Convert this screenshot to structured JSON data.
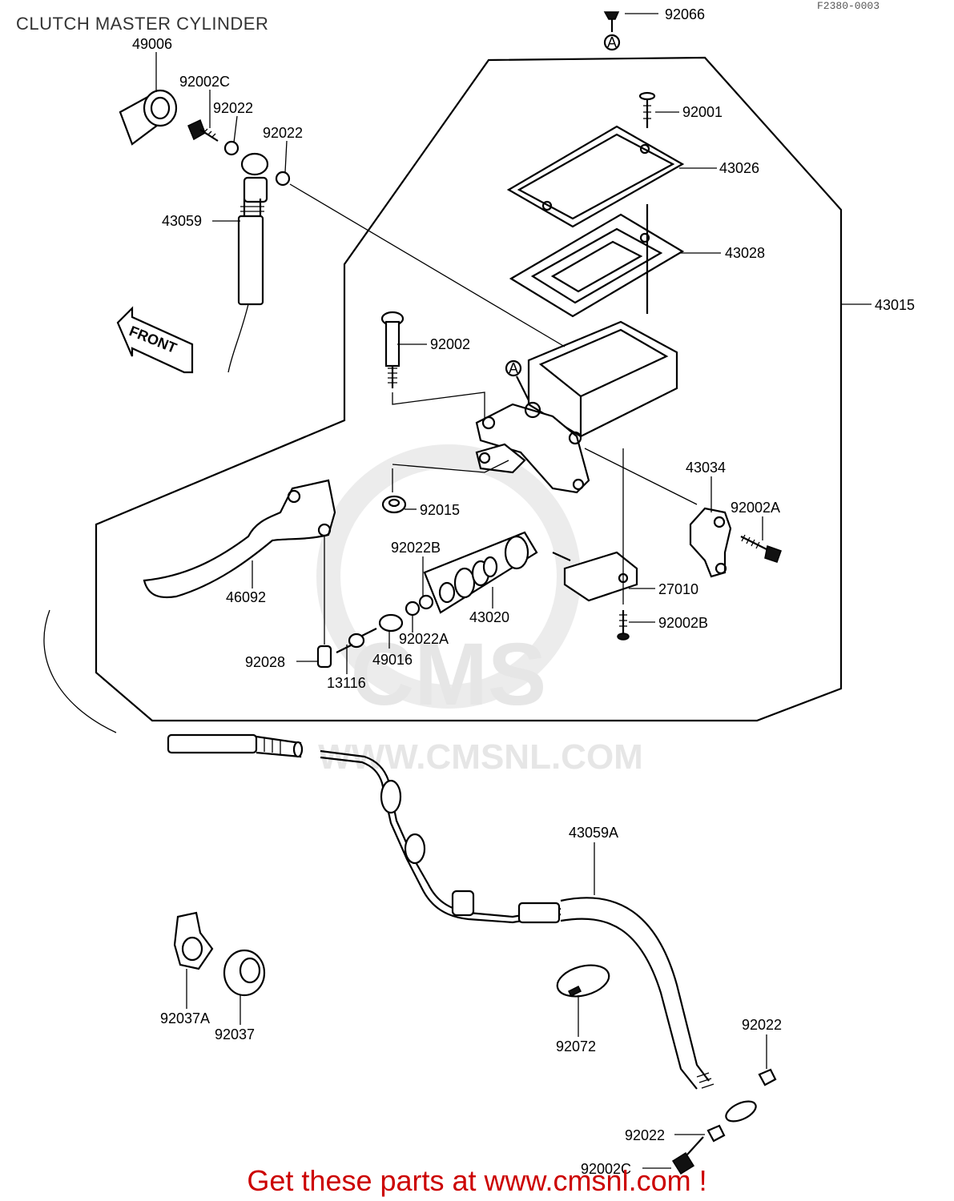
{
  "title": "CLUTCH MASTER CYLINDER",
  "diagram_code": "F2380-0003",
  "footer": "Get these parts at www.cmsnl.com !",
  "watermark": {
    "brand": "CMS",
    "url": "WWW.CMSNL.COM"
  },
  "front_arrow_label": "FRONT",
  "reference_marker": "A",
  "labels": {
    "p49006": "49006",
    "p92002C_top": "92002C",
    "p92022_a": "92022",
    "p92022_b": "92022",
    "p43059": "43059",
    "p92066": "92066",
    "p92001": "92001",
    "p43026": "43026",
    "p43028": "43028",
    "p43015": "43015",
    "p92002": "92002",
    "p43034": "43034",
    "p92002A": "92002A",
    "p92015": "92015",
    "p92022B": "92022B",
    "p46092": "46092",
    "p43020": "43020",
    "p27010": "27010",
    "p92002B": "92002B",
    "p92022A": "92022A",
    "p92028": "92028",
    "p49016": "49016",
    "p13116": "13116",
    "p43059A": "43059A",
    "p92037A": "92037A",
    "p92037": "92037",
    "p92072": "92072",
    "p92022_c": "92022",
    "p92022_d": "92022",
    "p92002C_bottom": "92002C"
  }
}
